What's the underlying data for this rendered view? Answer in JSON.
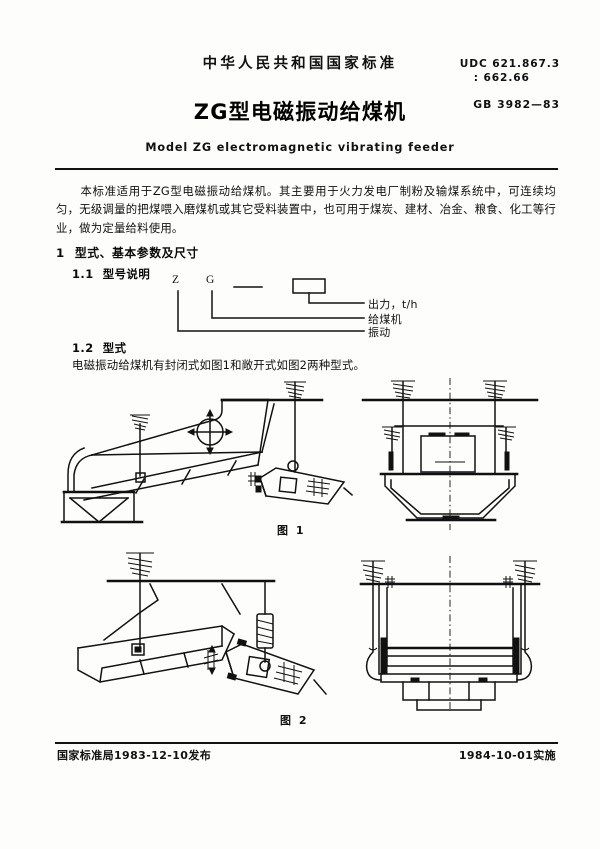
{
  "header": {
    "organization": "中华人民共和国国家标准",
    "title_cn": "ZG型电磁振动给煤机",
    "title_en": "Model ZG electromagnetic vibrating feeder",
    "udc_line1": "UDC 621.867.3",
    "udc_line2": ": 662.66",
    "standard_no": "GB 3982—83"
  },
  "scope": {
    "paragraph": "本标准适用于ZG型电磁振动给煤机。其主要用于火力发电厂制粉及输煤系统中，可连续均匀，无级调量的把煤喂入磨煤机或其它受料装置中，也可用于煤炭、建材、冶金、粮食、化工等行业，做为定量给料使用。"
  },
  "sections": {
    "s1": {
      "number": "1",
      "title": "型式、基本参数及尺寸"
    },
    "s1_1": {
      "number": "1.1",
      "title": "型号说明"
    },
    "s1_2": {
      "number": "1.2",
      "title": "型式",
      "text": "电磁振动给煤机有封闭式如图1和敞开式如图2两种型式。"
    }
  },
  "model_designation": {
    "char_z": "Z",
    "char_g": "G",
    "dash": "—",
    "callout_output": "出力，t/h",
    "callout_feeder": "给煤机",
    "callout_vibration": "振动"
  },
  "figures": {
    "fig1_caption": "图 1",
    "fig2_caption": "图 2"
  },
  "footer": {
    "issued": "国家标准局1983-12-10发布",
    "effective": "1984-10-01实施"
  }
}
